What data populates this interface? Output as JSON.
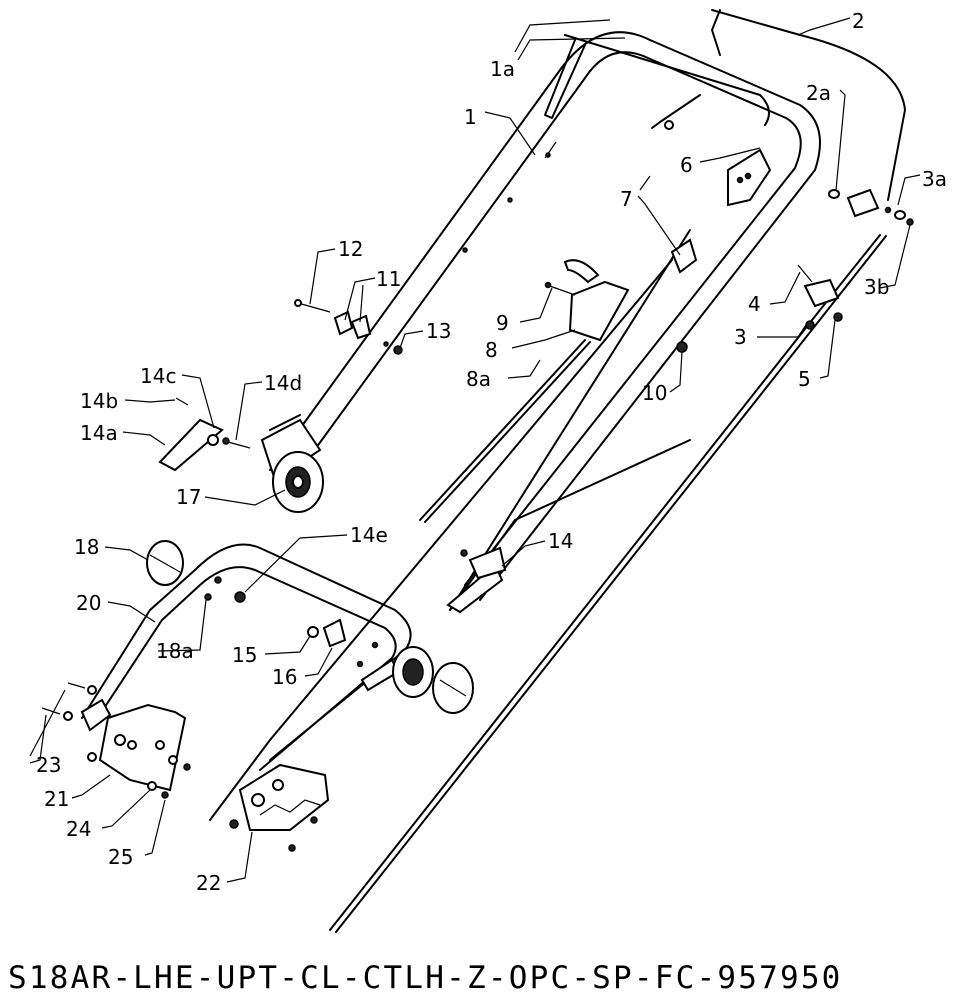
{
  "diagram": {
    "model_code": "S18AR-LHE-UPT-CL-CTLH-Z-OPC-SP-FC-957950",
    "callouts": [
      {
        "id": "1a",
        "label": "1a"
      },
      {
        "id": "1",
        "label": "1"
      },
      {
        "id": "2",
        "label": "2"
      },
      {
        "id": "2a",
        "label": "2a"
      },
      {
        "id": "3a",
        "label": "3a"
      },
      {
        "id": "3b",
        "label": "3b"
      },
      {
        "id": "3",
        "label": "3"
      },
      {
        "id": "4",
        "label": "4"
      },
      {
        "id": "5",
        "label": "5"
      },
      {
        "id": "6",
        "label": "6"
      },
      {
        "id": "7",
        "label": "7"
      },
      {
        "id": "8",
        "label": "8"
      },
      {
        "id": "8a",
        "label": "8a"
      },
      {
        "id": "9",
        "label": "9"
      },
      {
        "id": "10",
        "label": "10"
      },
      {
        "id": "11",
        "label": "11"
      },
      {
        "id": "12",
        "label": "12"
      },
      {
        "id": "13",
        "label": "13"
      },
      {
        "id": "14",
        "label": "14"
      },
      {
        "id": "14a",
        "label": "14a"
      },
      {
        "id": "14b",
        "label": "14b"
      },
      {
        "id": "14c",
        "label": "14c"
      },
      {
        "id": "14d",
        "label": "14d"
      },
      {
        "id": "14e",
        "label": "14e"
      },
      {
        "id": "15",
        "label": "15"
      },
      {
        "id": "16",
        "label": "16"
      },
      {
        "id": "17",
        "label": "17"
      },
      {
        "id": "18",
        "label": "18"
      },
      {
        "id": "18a",
        "label": "18a"
      },
      {
        "id": "20",
        "label": "20"
      },
      {
        "id": "21",
        "label": "21"
      },
      {
        "id": "22",
        "label": "22"
      },
      {
        "id": "23",
        "label": "23"
      },
      {
        "id": "24",
        "label": "24"
      },
      {
        "id": "25",
        "label": "25"
      }
    ]
  }
}
